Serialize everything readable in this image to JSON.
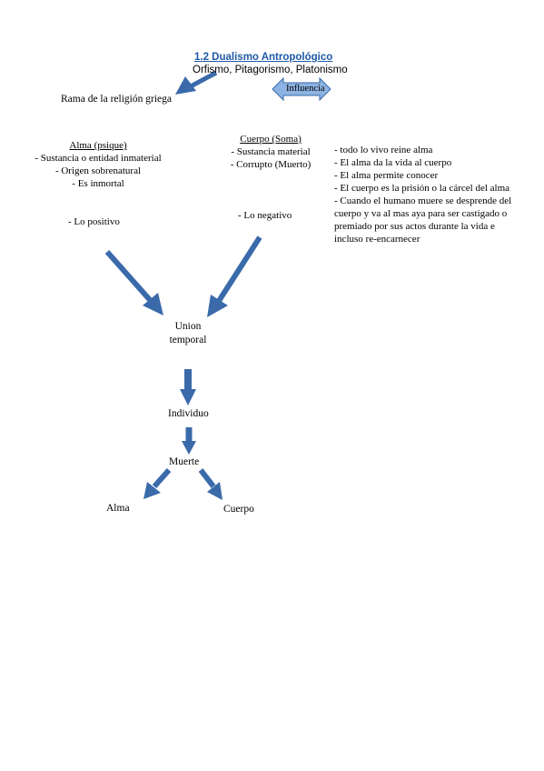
{
  "header": {
    "title": "1.2 Dualismo Antropológico",
    "subtitle": "Orfismo, Pitagorismo, Platonismo",
    "influence_label": "Influencia",
    "branch_label": "Rama de la religión griega"
  },
  "alma": {
    "heading": "Alma (psique)",
    "items": [
      "-  Sustancia o entidad inmaterial",
      "-  Origen sobrenatural",
      "-  Es inmortal"
    ],
    "note": "-  Lo positivo"
  },
  "cuerpo": {
    "heading": "Cuerpo (Soma)",
    "items": [
      "-  Sustancia material",
      "-  Corrupto (Muerto)"
    ],
    "note": "-  Lo negativo"
  },
  "beliefs": [
    "-  todo lo vivo reine alma",
    "-  El alma da la vida al cuerpo",
    "-  El alma permite conocer",
    "-  El cuerpo es la prisión o la cárcel del   alma",
    "-  Cuando el humano muere se desprende del",
    "cuerpo y va al mas aya para ser castigado o",
    "premiado por sus actos durante la vida e",
    "incluso re-encarnecer"
  ],
  "flow": {
    "union_line1": "Union",
    "union_line2": "temporal",
    "individuo": "Individuo",
    "muerte": "Muerte",
    "alma_out": "Alma",
    "cuerpo_out": "Cuerpo"
  },
  "colors": {
    "arrow": "#3a6aaa",
    "arrow_light": "#8db3e2",
    "title": "#1f5aa6"
  }
}
